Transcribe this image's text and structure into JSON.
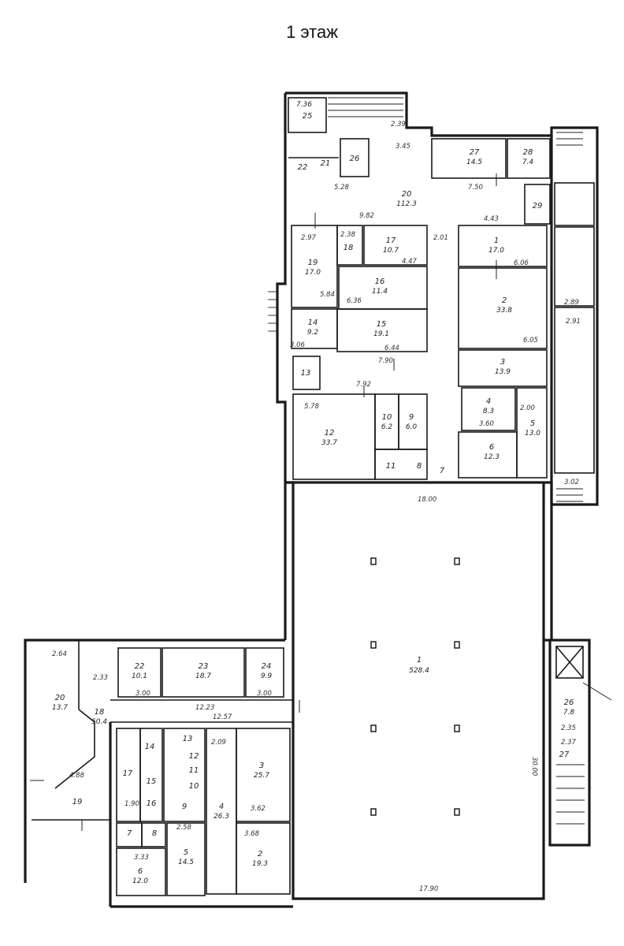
{
  "title": "1 этаж",
  "rooms": [
    {
      "n": "25",
      "a": "7.36"
    },
    {
      "n": "22",
      "a": ""
    },
    {
      "n": "21",
      "a": ""
    },
    {
      "n": "26",
      "a": ""
    },
    {
      "n": "27",
      "a": "14.5"
    },
    {
      "n": "28",
      "a": "7.4"
    },
    {
      "n": "20",
      "a": "112.3"
    },
    {
      "n": "29",
      "a": ""
    },
    {
      "n": "19",
      "a": "17.0"
    },
    {
      "n": "18",
      "a": ""
    },
    {
      "n": "17",
      "a": "10.7"
    },
    {
      "n": "16",
      "a": "11.4"
    },
    {
      "n": "15",
      "a": "19.1"
    },
    {
      "n": "14",
      "a": "9.2"
    },
    {
      "n": "13",
      "a": ""
    },
    {
      "n": "12",
      "a": "33.7"
    },
    {
      "n": "10",
      "a": "6.2"
    },
    {
      "n": "9",
      "a": "6.0"
    },
    {
      "n": "11",
      "a": ""
    },
    {
      "n": "8",
      "a": ""
    },
    {
      "n": "7",
      "a": ""
    },
    {
      "n": "1",
      "a": "17.0"
    },
    {
      "n": "2",
      "a": "33.8"
    },
    {
      "n": "3",
      "a": "13.9"
    },
    {
      "n": "4",
      "a": "8.3"
    },
    {
      "n": "5",
      "a": "13.0"
    },
    {
      "n": "6",
      "a": "12.3"
    },
    {
      "n": "1",
      "a": "528.4"
    },
    {
      "n": "22",
      "a": "10.1"
    },
    {
      "n": "23",
      "a": "18.7"
    },
    {
      "n": "24",
      "a": "9.9"
    },
    {
      "n": "20",
      "a": "13.7"
    },
    {
      "n": "18",
      "a": "50.4"
    },
    {
      "n": "19",
      "a": ""
    },
    {
      "n": "17",
      "a": ""
    },
    {
      "n": "14",
      "a": ""
    },
    {
      "n": "15",
      "a": ""
    },
    {
      "n": "16",
      "a": ""
    },
    {
      "n": "13",
      "a": ""
    },
    {
      "n": "12",
      "a": ""
    },
    {
      "n": "11",
      "a": ""
    },
    {
      "n": "10",
      "a": ""
    },
    {
      "n": "9",
      "a": ""
    },
    {
      "n": "8",
      "a": ""
    },
    {
      "n": "7",
      "a": ""
    },
    {
      "n": "6",
      "a": "12.0"
    },
    {
      "n": "5",
      "a": "14.5"
    },
    {
      "n": "4",
      "a": "26.3"
    },
    {
      "n": "3",
      "a": "25.7"
    },
    {
      "n": "2",
      "a": "19.3"
    },
    {
      "n": "26",
      "a": "7.8"
    },
    {
      "n": "27",
      "a": ""
    }
  ],
  "dims": [
    "2.39",
    "3.45",
    "5.28",
    "7.50",
    "9.82",
    "4.43",
    "2.97",
    "2.38",
    "4.47",
    "2.01",
    "6.36",
    "6.06",
    "5.84",
    "3.06",
    "6.44",
    "7.90",
    "6.05",
    "7.92",
    "5.78",
    "3.60",
    "2.00",
    "3.02",
    "18.00",
    "2.64",
    "2.33",
    "3.00",
    "12.23",
    "12.57",
    "3.00",
    "2.09",
    "3.62",
    "4.88",
    "1.90",
    "2.58",
    "3.33",
    "3.68",
    "17.90",
    "30.00",
    "2.35",
    "2.37",
    "2.89",
    "2.91"
  ]
}
